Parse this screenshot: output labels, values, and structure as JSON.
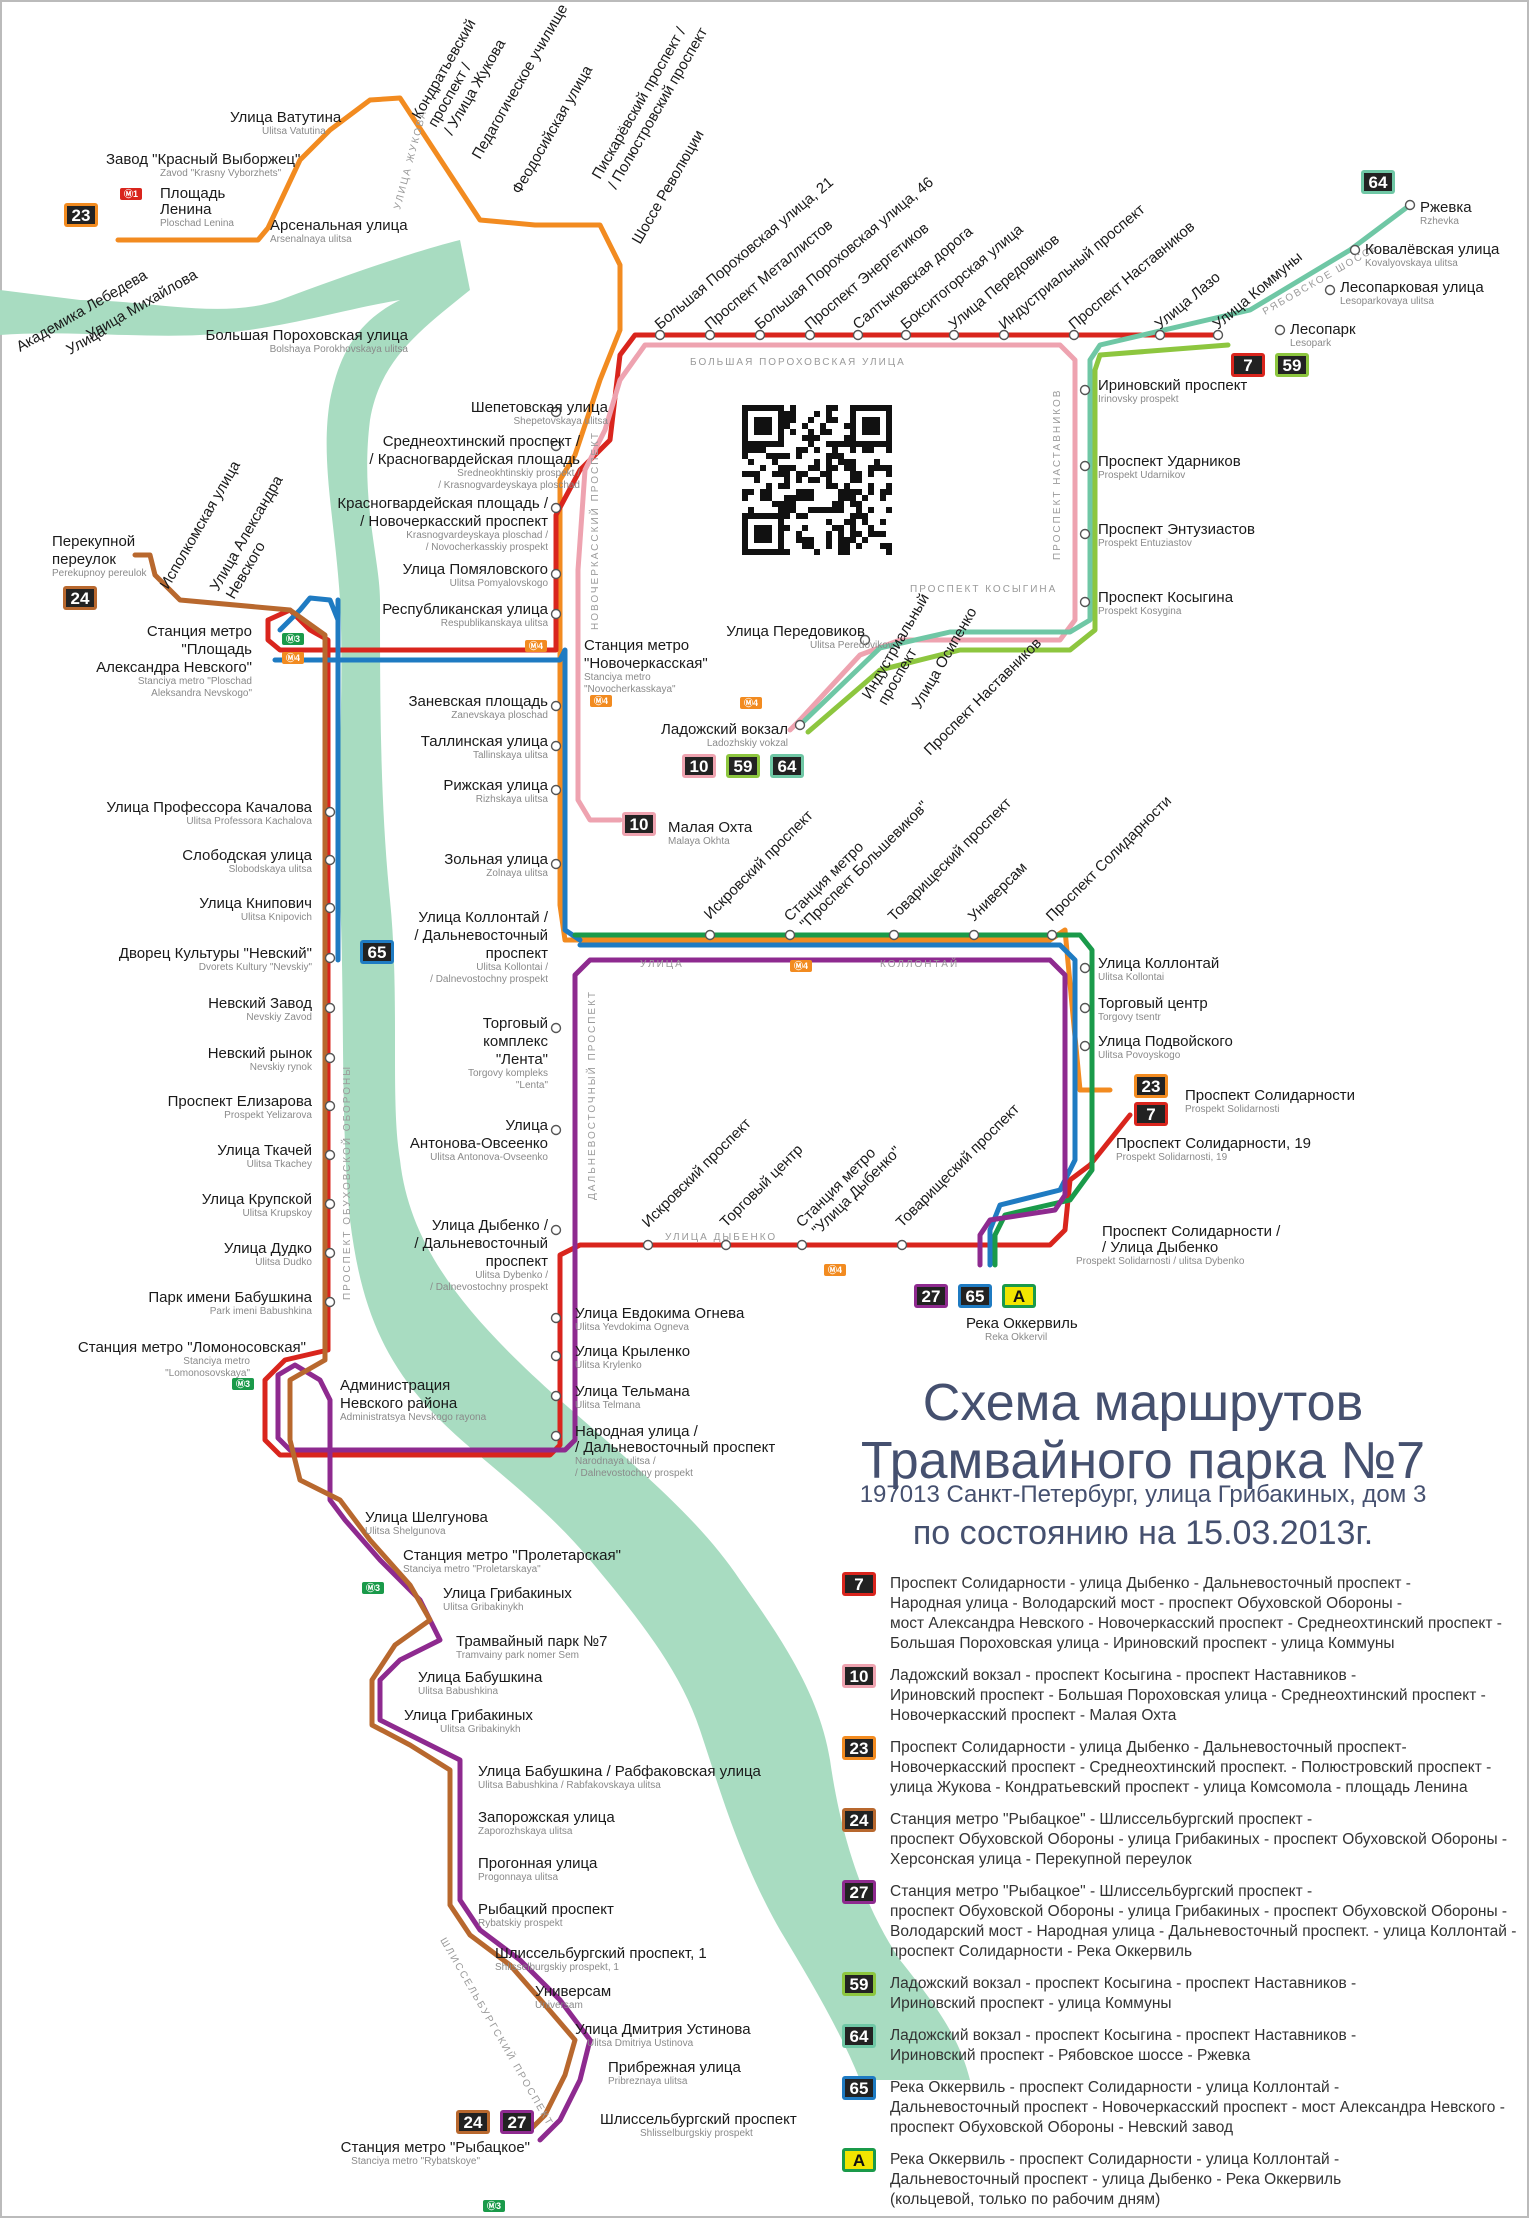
{
  "title": {
    "line1": "Схема маршрутов",
    "line2": "Трамвайного парка №7",
    "address": "197013 Санкт-Петербург, улица Грибакиных, дом 3",
    "date": "по состоянию на 15.03.2013г."
  },
  "colors": {
    "route7": "#d9251d",
    "route10": "#eea3b0",
    "route23": "#f28b20",
    "route24": "#b8682e",
    "route27": "#8e2a8f",
    "route59": "#8dc63f",
    "route64": "#6fc7a5",
    "route65": "#1f7bc2",
    "routeA": "#1a9a4a",
    "river": "#a8dcc1"
  },
  "stations": {
    "kollontai": {
      "ru": "Улица Коллонтай",
      "lat": "Ulitsa Kollontai"
    },
    "torg_center": {
      "ru": "Торговый центр",
      "lat": "Torgovy tsentr"
    },
    "podvoiskogo": {
      "ru": "Улица Подвойского",
      "lat": "Ulitsa Povoyskogo"
    },
    "solidarnosti": {
      "ru": "Проспект Солидарности",
      "lat": "Prospekt Solidarnosti"
    },
    "solidarnosti19": {
      "ru": "Проспект Солидарности, 19",
      "lat": "Prospekt Solidarnosti, 19"
    },
    "solid_dybenko1": {
      "ru": "Проспект Солидарности /",
      "lat": "Prospekt Solidarnosti / ulitsa Dybenko"
    },
    "solid_dybenko2": {
      "ru": "/ Улица Дыбенко",
      "lat": ""
    },
    "okkervil": {
      "ru": "Река Оккервиль",
      "lat": "Reka Okkervil"
    },
    "kovalevskaya": {
      "ru": "Ковалёвская улица",
      "lat": "Kovalyovskaya ulitsa"
    },
    "rzhevka": {
      "ru": "Ржевка",
      "lat": "Rzhevka"
    },
    "lesoparkovaya": {
      "ru": "Лесопарковая улица",
      "lat": "Lesoparkovaya ulitsa"
    },
    "lesopark": {
      "ru": "Лесопарк",
      "lat": "Lesopark"
    },
    "irinovsky": {
      "ru": "Ириновский проспект",
      "lat": "Irinovsky prospekt"
    },
    "udarnikov": {
      "ru": "Проспект Ударников",
      "lat": "Prospekt Udarnikov"
    },
    "entuziastov": {
      "ru": "Проспект Энтузиастов",
      "lat": "Prospekt Entuziastov"
    },
    "kosygina": {
      "ru": "Проспект Косыгина",
      "lat": "Prospekt Kosygina"
    },
    "peredovikov": {
      "ru": "Улица Передовиков",
      "lat": "Ulitsa Peredovikov"
    },
    "ladozhsky": {
      "ru": "Ладожский вокзал",
      "lat": "Ladozhskiy vokzal"
    },
    "malaya_okhta": {
      "ru": "Малая Охта",
      "lat": "Malaya Okhta"
    },
    "bolshaya_porokh": {
      "ru": "Большая Пороховская улица",
      "lat": "Bolshaya Porokhovskaya ulitsa"
    },
    "shepetovskaya": {
      "ru": "Шепетовская улица",
      "lat": "Shepetovskaya ulitsa"
    },
    "sredneokht1": {
      "ru": "Среднеохтинский проспект /",
      "lat": "Sredneokhtinskiy prospekt /"
    },
    "sredneokht2": {
      "ru": "/ Красногвардейская площадь",
      "lat": "/ Krasnogvardeyskaya ploschad"
    },
    "krasnogv1": {
      "ru": "Красногвардейская площадь /",
      "lat": "Krasnogvardeyskaya ploschad /"
    },
    "krasnogv2": {
      "ru": "/ Новочеркасский проспект",
      "lat": "/ Novocherkasskiy prospekt"
    },
    "pomyalovskogo": {
      "ru": "Улица Помяловского",
      "lat": "Ulitsa Pomyalovskogo"
    },
    "respublikanskaya": {
      "ru": "Республиканская улица",
      "lat": "Respublikanskaya ulitsa"
    },
    "novocherk1": {
      "ru": "Станция метро",
      "lat": "Stanciya metro"
    },
    "novocherk2": {
      "ru": "\"Новочеркасская\"",
      "lat": "\"Novocherkasskaya\""
    },
    "zanevskaya": {
      "ru": "Заневская площадь",
      "lat": "Zanevskaya ploschad"
    },
    "tallinskaya": {
      "ru": "Таллинская улица",
      "lat": "Tallinskaya ulitsa"
    },
    "rizhskaya": {
      "ru": "Рижская улица",
      "lat": "Rizhskaya ulitsa"
    },
    "zolnaya": {
      "ru": "Зольная улица",
      "lat": "Zolnaya ulitsa"
    },
    "kollontai_dalnev1": {
      "ru": "Улица Коллонтай /",
      "lat": "Ulitsa Kollontai /"
    },
    "kollontai_dalnev2": {
      "ru": "/ Дальневосточный",
      "lat": "/ Dalnevostochny prospekt"
    },
    "kollontai_dalnev3": {
      "ru": "проспект",
      "lat": ""
    },
    "lenta1": {
      "ru": "Торговый",
      "lat": ""
    },
    "lenta2": {
      "ru": "комплекс",
      "lat": "Torgovy kompleks"
    },
    "lenta3": {
      "ru": "\"Лента\"",
      "lat": "\"Lenta\""
    },
    "antonova1": {
      "ru": "Улица",
      "lat": ""
    },
    "antonova2": {
      "ru": "Антонова-Овсеенко",
      "lat": "Ulitsa Antonova-Ovseenko"
    },
    "dybenko_dalnev1": {
      "ru": "Улица Дыбенко /",
      "lat": "Ulitsa Dybenko /"
    },
    "dybenko_dalnev2": {
      "ru": "/ Дальневосточный",
      "lat": "/ Dalnevostochny prospekt"
    },
    "dybenko_dalnev3": {
      "ru": "проспект",
      "lat": ""
    },
    "ognevoy": {
      "ru": "Улица Евдокима Огнева",
      "lat": "Ulitsa Yevdokima Ogneva"
    },
    "krylenko": {
      "ru": "Улица Крыленко",
      "lat": "Ulitsa Krylenko"
    },
    "telmana": {
      "ru": "Улица Тельмана",
      "lat": "Ulitsa Telmana"
    },
    "narodnaya1": {
      "ru": "Народная улица /",
      "lat": "Narodnaya ulitsa /"
    },
    "narodnaya2": {
      "ru": "/ Дальневосточный проспект",
      "lat": "/ Dalnevostochny prospekt"
    },
    "kachalova": {
      "ru": "Улица Профессора Качалова",
      "lat": "Ulitsa Professora Kachalova"
    },
    "slobodskaya": {
      "ru": "Слободская улица",
      "lat": "Slobodskaya ulitsa"
    },
    "knipovich": {
      "ru": "Улица Книпович",
      "lat": "Ulitsa Knipovich"
    },
    "dk_nevsky": {
      "ru": "Дворец Культуры \"Невский\"",
      "lat": "Dvorets Kultury \"Nevskiy\""
    },
    "nevsky_zavod": {
      "ru": "Невский Завод",
      "lat": "Nevskiy Zavod"
    },
    "nevsky_rynok": {
      "ru": "Невский рынок",
      "lat": "Nevskiy rynok"
    },
    "elizarova": {
      "ru": "Проспект Елизарова",
      "lat": "Prospekt Yelizarova"
    },
    "tkachey": {
      "ru": "Улица Ткачей",
      "lat": "Ulitsa Tkachey"
    },
    "krupskoy": {
      "ru": "Улица Крупской",
      "lat": "Ulitsa Krupskoy"
    },
    "dudko": {
      "ru": "Улица Дудко",
      "lat": "Ulitsa Dudko"
    },
    "babushkina_park": {
      "ru": "Парк имени Бабушкина",
      "lat": "Park imeni Babushkina"
    },
    "lomonosovskaya1": {
      "ru": "Станция метро \"Ломоносовская\"",
      "lat": "Stanciya metro"
    },
    "lomonosovskaya2": {
      "ru": "",
      "lat": "\"Lomonosovskaya\""
    },
    "admin1": {
      "ru": "Администрация",
      "lat": ""
    },
    "admin2": {
      "ru": "Невского района",
      "lat": "Administratsya Nevskogo rayona"
    },
    "sh_nevsky1": {
      "ru": "Станция метро",
      "lat": "Stanciya metro \"Ploschad"
    },
    "sh_nevsky2": {
      "ru": "\"Площадь",
      "lat": "Aleksandra Nevskogo\""
    },
    "sh_nevsky3": {
      "ru": "Александра Невского\"",
      "lat": ""
    },
    "perekupnoy1": {
      "ru": "Перекупной",
      "lat": ""
    },
    "perekupnoy2": {
      "ru": "переулок",
      "lat": "Perekupnoy pereulok"
    },
    "shelgunova": {
      "ru": "Улица Шелгунова",
      "lat": "Ulitsa Shelgunova"
    },
    "proletarskaya": {
      "ru": "Станция метро \"Пролетарская\"",
      "lat": "Stanciya metro \"Proletarskaya\""
    },
    "gribakinykh": {
      "ru": "Улица Грибакиных",
      "lat": "Ulitsa Gribakinykh"
    },
    "park7": {
      "ru": "Трамвайный парк №7",
      "lat": "Tramvainy park nomer Sem"
    },
    "babushkina": {
      "ru": "Улица Бабушкина",
      "lat": "Ulitsa Babushkina"
    },
    "gribakinykh2": {
      "ru": "Улица Грибакиных",
      "lat": "Ulitsa Gribakinykh"
    },
    "babushkina_rabf": {
      "ru": "Улица Бабушкина / Рабфаковская улица",
      "lat": "Ulitsa Babushkina / Rabfakovskaya ulitsa"
    },
    "zaporozhskaya": {
      "ru": "Запорожская улица",
      "lat": "Zaporozhskaya ulitsa"
    },
    "progonnaya": {
      "ru": "Прогонная улица",
      "lat": "Progonnaya ulitsa"
    },
    "rybatsky_pr": {
      "ru": "Рыбацкий проспект",
      "lat": "Rybatskiy prospekt"
    },
    "shlis1": {
      "ru": "Шлиссельбургский проспект, 1",
      "lat": "Shlisselburgskiy prospekt, 1"
    },
    "universam": {
      "ru": "Универсам",
      "lat": "Universam"
    },
    "ustinova": {
      "ru": "Улица Дмитрия Устинова",
      "lat": "Ulitsa Dmitriya Ustinova"
    },
    "pribrezhnaya": {
      "ru": "Прибрежная улица",
      "lat": "Pribreznaya ulitsa"
    },
    "shlis_pr": {
      "ru": "Шлиссельбургский проспект",
      "lat": "Shlisselburgskiy prospekt"
    },
    "rybatskoye1": {
      "ru": "Станция метро \"Рыбацкое\"",
      "lat": "Stanciya metro \"Rybatskoye\""
    },
    "vatutina": {
      "ru": "Улица Ватутина",
      "lat": "Ulitsa Vatutina"
    },
    "krasny_vyb": {
      "ru": "Завод \"Красный Выборжец\"",
      "lat": "Zavod \"Krasny Vyborzhets\""
    },
    "lenina1": {
      "ru": "Площадь",
      "lat": ""
    },
    "lenina2": {
      "ru": "Ленина",
      "lat": "Ploschad Lenina"
    },
    "arsenalnaya": {
      "ru": "Арсенальная улица",
      "lat": "Arsenalnaya ulitsa"
    },
    "pisk1": {
      "ru": "Пискарёвский проспект /",
      "lat": ""
    },
    "pisk2": {
      "ru": "/ Полюстровский проспект",
      "lat": ""
    },
    "shosse_rev": {
      "ru": "Шоссе Революции",
      "lat": "Shosse Revolutsii"
    },
    "bp21": {
      "ru": "Большая Пороховская улица, 21",
      "lat": ""
    },
    "metallistov": {
      "ru": "Проспект Металлистов",
      "lat": ""
    },
    "bp46": {
      "ru": "Большая Пороховская улица, 46",
      "lat": ""
    },
    "energetikov": {
      "ru": "Проспект Энергетиков",
      "lat": ""
    },
    "saltykovskaya": {
      "ru": "Салтыковская дорога",
      "lat": ""
    },
    "boksitogorskaya": {
      "ru": "Бокситогорская улица",
      "lat": ""
    },
    "peredovikov2": {
      "ru": "Улица Передовиков",
      "lat": ""
    },
    "industrialny": {
      "ru": "Индустриальный проспект",
      "lat": ""
    },
    "nastavnikov": {
      "ru": "Проспект Наставников",
      "lat": ""
    },
    "lazo": {
      "ru": "Улица Лазо",
      "lat": ""
    },
    "kommuny": {
      "ru": "Улица Коммуны",
      "lat": ""
    },
    "kondr1": {
      "ru": "Кондратьевский",
      "lat": ""
    },
    "kondr2": {
      "ru": "проспект /",
      "lat": ""
    },
    "kondr3": {
      "ru": "/ Улица Жукова",
      "lat": ""
    },
    "ped_uch1": {
      "ru": "Педагогическое училище",
      "lat": ""
    },
    "feodosiyskaya": {
      "ru": "Феодосийская улица",
      "lat": ""
    },
    "lebedeva1": {
      "ru": "Улица",
      "lat": ""
    },
    "lebedeva2": {
      "ru": "Академика Лебедева",
      "lat": ""
    },
    "mikhailova": {
      "ru": "Улица Михайлова",
      "lat": ""
    },
    "ispolkomskaya": {
      "ru": "Исполкомская улица",
      "lat": ""
    },
    "al_nevskogo1": {
      "ru": "Улица Александра",
      "lat": ""
    },
    "al_nevskogo2": {
      "ru": "Невского",
      "lat": ""
    },
    "iskrovsky1": {
      "ru": "Искровский проспект",
      "lat": ""
    },
    "pr_bolshevikov1": {
      "ru": "Станция метро",
      "lat": ""
    },
    "pr_bolshevikov2": {
      "ru": "\"Проспект Большевиков\"",
      "lat": ""
    },
    "tovarishchesky1": {
      "ru": "Товарищеский проспект",
      "lat": ""
    },
    "universam2": {
      "ru": "Универсам",
      "lat": ""
    },
    "solid_top": {
      "ru": "Проспект Солидарности",
      "lat": ""
    },
    "iskrovsky2": {
      "ru": "Искровский проспект",
      "lat": ""
    },
    "torg_center2": {
      "ru": "Торговый центр",
      "lat": ""
    },
    "dybenko_metro1": {
      "ru": "Станция метро",
      "lat": ""
    },
    "dybenko_metro2": {
      "ru": "\"Улица Дыбенко\"",
      "lat": ""
    },
    "tovarishchesky2": {
      "ru": "Товарищеский проспект",
      "lat": ""
    },
    "industrialny2a": {
      "ru": "Индустриальный",
      "lat": ""
    },
    "industrialny2b": {
      "ru": "проспект",
      "lat": ""
    },
    "osipenko": {
      "ru": "Улица Осипенко",
      "lat": ""
    },
    "nastavnikov2": {
      "ru": "Проспект Наставников",
      "lat": ""
    }
  },
  "streets": {
    "bolshaya_porokh": "БОЛЬШАЯ ПОРОХОВСКАЯ УЛИЦА",
    "nastavnikov": "ПРОСПЕКТ НАСТАВНИКОВ",
    "kosygina": "ПРОСПЕКТ КОСЫГИНА",
    "kollontai_ulitsa": "УЛИЦА",
    "kollontai_name": "КОЛЛОНТАЙ",
    "dybenko": "УЛИЦА ДЫБЕНКО",
    "dalnevostochny": "ДАЛЬНЕВОСТОЧНЫЙ ПРОСПЕКТ",
    "novocherkassky": "НОВОЧЕРКАССКИЙ ПРОСПЕКТ",
    "obukhovskoy": "ПРОСПЕКТ ОБУХОВСКОЙ ОБОРОНЫ",
    "shlisselburgsky": "ШЛИССЕЛЬБУРГСКИЙ ПРОСПЕКТ",
    "ryabovskoe": "РЯБОВСКОЕ ШОССЕ",
    "zhukova": "УЛИЦА ЖУКОВА"
  },
  "routes": [
    {
      "num": "7",
      "color": "#d9251d",
      "bg": "#222222",
      "text": [
        "Проспект Солидарности - улица Дыбенко - Дальневосточный проспект -",
        "Народная улица - Володарский мост - проспект Обуховской Обороны -",
        "мост Александра Невского - Новочеркасский проспект - Среднеохтинский проспект -",
        "Большая Пороховская улица - Ириновский проспект - улица Коммуны"
      ]
    },
    {
      "num": "10",
      "color": "#eea3b0",
      "bg": "#222222",
      "text": [
        "Ладожский вокзал - проспект Косыгина - проспект Наставников -",
        "Ириновский проспект - Большая Пороховская улица - Среднеохтинский проспект -",
        "Новочеркасский проспект - Малая Охта"
      ]
    },
    {
      "num": "23",
      "color": "#f28b20",
      "bg": "#222222",
      "text": [
        "Проспект Солидарности - улица Дыбенко - Дальневосточный проспект-",
        "Новочеркасский проспект - Среднеохтинский проспект. - Полюстровский проспект -",
        "улица Жукова - Кондратьевский проспект - улица Комсомола - площадь Ленина"
      ]
    },
    {
      "num": "24",
      "color": "#b8682e",
      "bg": "#222222",
      "text": [
        "Станция метро \"Рыбацкое\" - Шлиссельбургский проспект -",
        "проспект Обуховской Обороны - улица Грибакиных - проспект Обуховской Обороны -",
        "Херсонская улица - Перекупной переулок"
      ]
    },
    {
      "num": "27",
      "color": "#8e2a8f",
      "bg": "#222222",
      "text": [
        "Станция метро \"Рыбацкое\" - Шлиссельбургский проспект -",
        "проспект Обуховской Обороны - улица Грибакиных - проспект Обуховской Обороны -",
        "Володарский мост - Народная улица - Дальневосточный проспект. - улица Коллонтай -",
        "проспект Солидарности - Река Оккервиль"
      ]
    },
    {
      "num": "59",
      "color": "#8dc63f",
      "bg": "#222222",
      "text": [
        "Ладожский вокзал - проспект Косыгина - проспект Наставников -",
        "Ириновский проспект - улица Коммуны"
      ]
    },
    {
      "num": "64",
      "color": "#6fc7a5",
      "bg": "#222222",
      "text": [
        "Ладожский вокзал - проспект Косыгина - проспект Наставников -",
        "Ириновский проспект - Рябовское шоссе - Ржевка"
      ]
    },
    {
      "num": "65",
      "color": "#1f7bc2",
      "bg": "#222222",
      "text": [
        "Река Оккервиль - проспект Солидарности - улица Коллонтай -",
        "Дальневосточный проспект - Новочеркасский проспект - мост Александра Невского -",
        "проспект Обуховской Обороны - Невский завод"
      ]
    },
    {
      "num": "А",
      "color": "#1a9a4a",
      "bg": "#f2e500",
      "text": [
        "Река Оккервиль - проспект Солидарности - улица Коллонтай -",
        "Дальневосточный проспект - улица Дыбенко - Река Оккервиль",
        "(кольцевой, только по рабочим дням)"
      ]
    }
  ],
  "badges": {
    "r7": "7",
    "r10": "10",
    "r23": "23",
    "r24": "24",
    "r27": "27",
    "r59": "59",
    "r64": "64",
    "r65": "65",
    "rA": "А"
  },
  "metro_tags": {
    "m1": "Ⓜ1",
    "m3": "Ⓜ3",
    "m4": "Ⓜ4"
  }
}
